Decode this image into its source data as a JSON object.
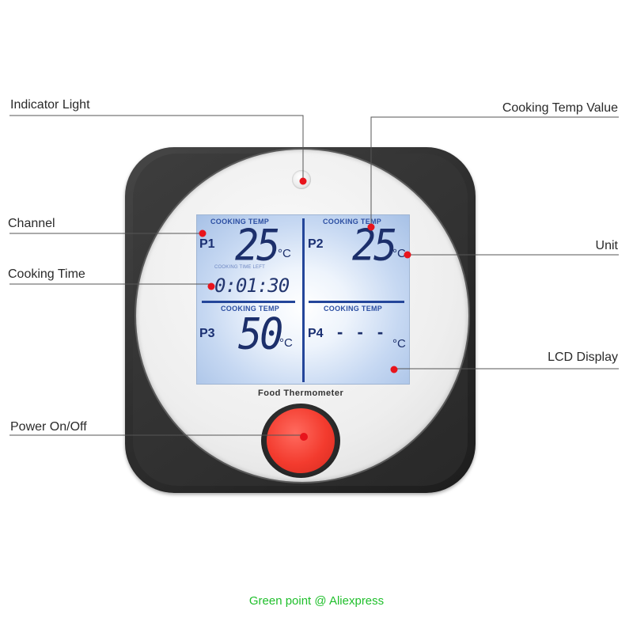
{
  "labels": {
    "indicator_light": "Indicator Light",
    "channel": "Channel",
    "cooking_time": "Cooking Time",
    "power": "Power On/Off",
    "cooking_temp_value": "Cooking Temp Value",
    "unit": "Unit",
    "lcd_display": "LCD Display"
  },
  "lcd": {
    "p1": {
      "channel": "P1",
      "header": "COOKING TEMP",
      "temp": "25",
      "unit": "°C"
    },
    "p2": {
      "channel": "P2",
      "header": "COOKING TEMP",
      "temp": "25",
      "unit": "°C"
    },
    "p3": {
      "channel": "P3",
      "header": "COOKING TEMP",
      "temp": "50",
      "unit": "°C"
    },
    "p4": {
      "channel": "P4",
      "header": "COOKING TEMP",
      "temp": "- - -",
      "unit": "°C"
    },
    "time_caption": "COOKING TIME LEFT",
    "time_value": "0:01:30"
  },
  "product_name": "Food Thermometer",
  "watermark": "Green point @ Aliexpress",
  "colors": {
    "marker": "#e8141c",
    "power_button": "#f33b2e",
    "lcd_digits": "#1c2f6b",
    "watermark": "#1fbf2b"
  }
}
